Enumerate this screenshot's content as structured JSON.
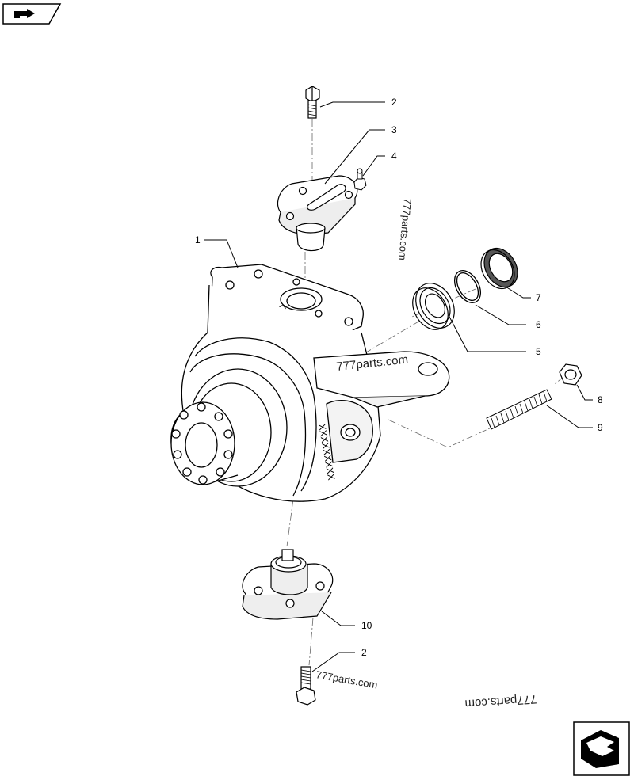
{
  "navigation": {
    "top_left_icon": "page-back-icon",
    "bottom_right_icon": "next-page-icon"
  },
  "diagram": {
    "parts": [
      {
        "id": "bolt_top",
        "callout": "2"
      },
      {
        "id": "upper_pivot_flange",
        "callout": "3"
      },
      {
        "id": "grease_nipple",
        "callout": "4"
      },
      {
        "id": "steering_knuckle",
        "callout": "1"
      },
      {
        "id": "bearing",
        "callout": "5"
      },
      {
        "id": "snap_ring",
        "callout": "6"
      },
      {
        "id": "seal",
        "callout": "7"
      },
      {
        "id": "nut",
        "callout": "8"
      },
      {
        "id": "stud",
        "callout": "9"
      },
      {
        "id": "lower_pivot_flange",
        "callout": "10"
      },
      {
        "id": "bolt_bottom",
        "callout": "2"
      }
    ],
    "knuckle_marking": "XXXXXXXXX"
  },
  "watermarks": [
    "777parts.com",
    "777parts.com",
    "777parts.com",
    "777parts.com"
  ]
}
